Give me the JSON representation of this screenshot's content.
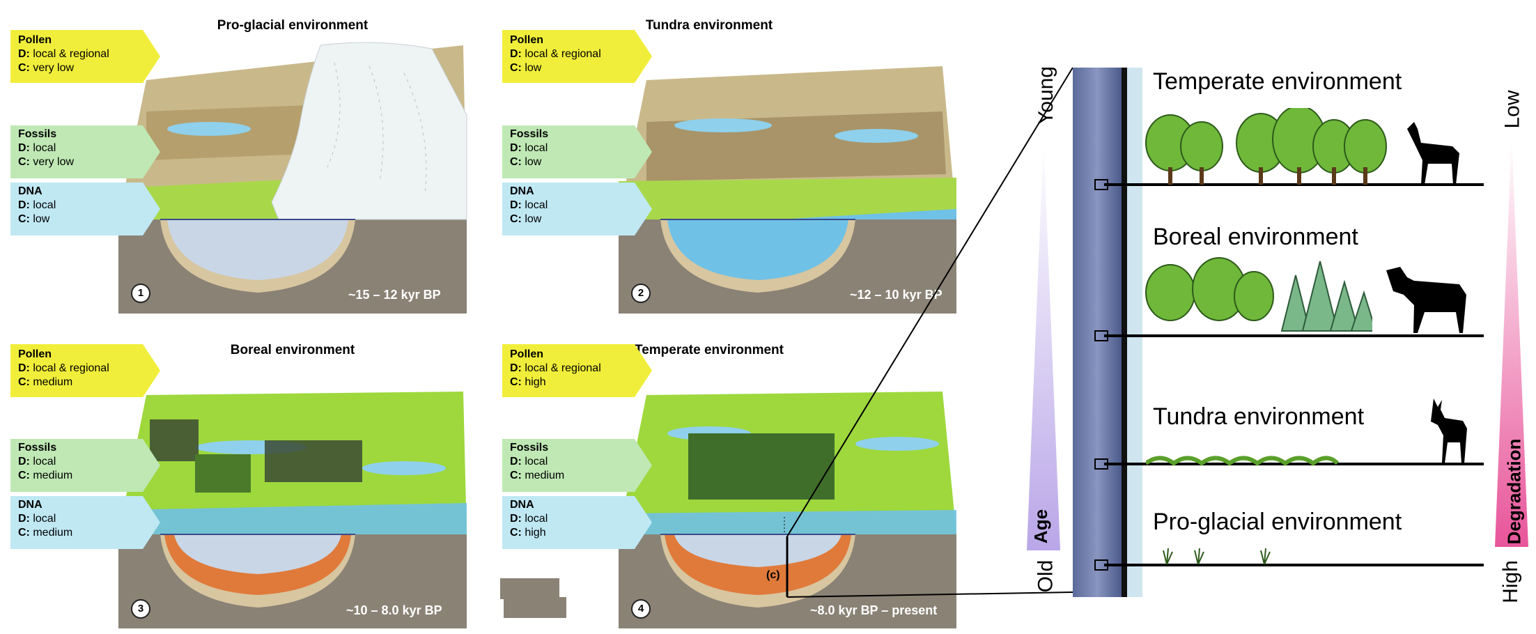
{
  "panels": [
    {
      "title": "Pro-glacial environment",
      "number": "1",
      "time": "~15 – 12 kyr BP",
      "pollen": {
        "head": "Pollen",
        "d": "local & regional",
        "c": "very low"
      },
      "fossils": {
        "head": "Fossils",
        "d": "local",
        "c": "very low"
      },
      "dna": {
        "head": "DNA",
        "d": "local",
        "c": "low"
      }
    },
    {
      "title": "Tundra environment",
      "number": "2",
      "time": "~12 – 10 kyr BP",
      "pollen": {
        "head": "Pollen",
        "d": "local & regional",
        "c": "low"
      },
      "fossils": {
        "head": "Fossils",
        "d": "local",
        "c": "low"
      },
      "dna": {
        "head": "DNA",
        "d": "local",
        "c": "low"
      }
    },
    {
      "title": "Boreal environment",
      "number": "3",
      "time": "~10 – 8.0 kyr BP",
      "pollen": {
        "head": "Pollen",
        "d": "local & regional",
        "c": "medium"
      },
      "fossils": {
        "head": "Fossils",
        "d": "local",
        "c": "medium"
      },
      "dna": {
        "head": "DNA",
        "d": "local",
        "c": "medium"
      }
    },
    {
      "title": "Temperate environment",
      "number": "4",
      "time": "~8.0 kyr BP – present",
      "pollen": {
        "head": "Pollen",
        "d": "local & regional",
        "c": "high"
      },
      "fossils": {
        "head": "Fossils",
        "d": "local",
        "c": "medium"
      },
      "dna": {
        "head": "DNA",
        "d": "local",
        "c": "high"
      }
    }
  ],
  "labels": {
    "d_prefix": "D:",
    "c_prefix": "C:",
    "core_marker": "(c)"
  },
  "core": {
    "levels": [
      {
        "label": "Temperate environment"
      },
      {
        "label": "Boreal environment"
      },
      {
        "label": "Tundra environment"
      },
      {
        "label": "Pro-glacial environment"
      }
    ],
    "age_axis": {
      "top": "Young",
      "bottom": "Old",
      "name": "Age"
    },
    "degradation_axis": {
      "top": "Low",
      "bottom": "High",
      "name": "Degradation"
    }
  },
  "colors": {
    "pollen": "#f0ee3a",
    "fossils": "#bfe8b4",
    "dna": "#bfe8f3",
    "water": "#8fd0ec",
    "grass": "#a8d84a",
    "earth": "#8a8275",
    "sediment": "#e07a3a",
    "age_gradient": "#b9a6e8",
    "degradation_gradient": "#e8559a"
  }
}
